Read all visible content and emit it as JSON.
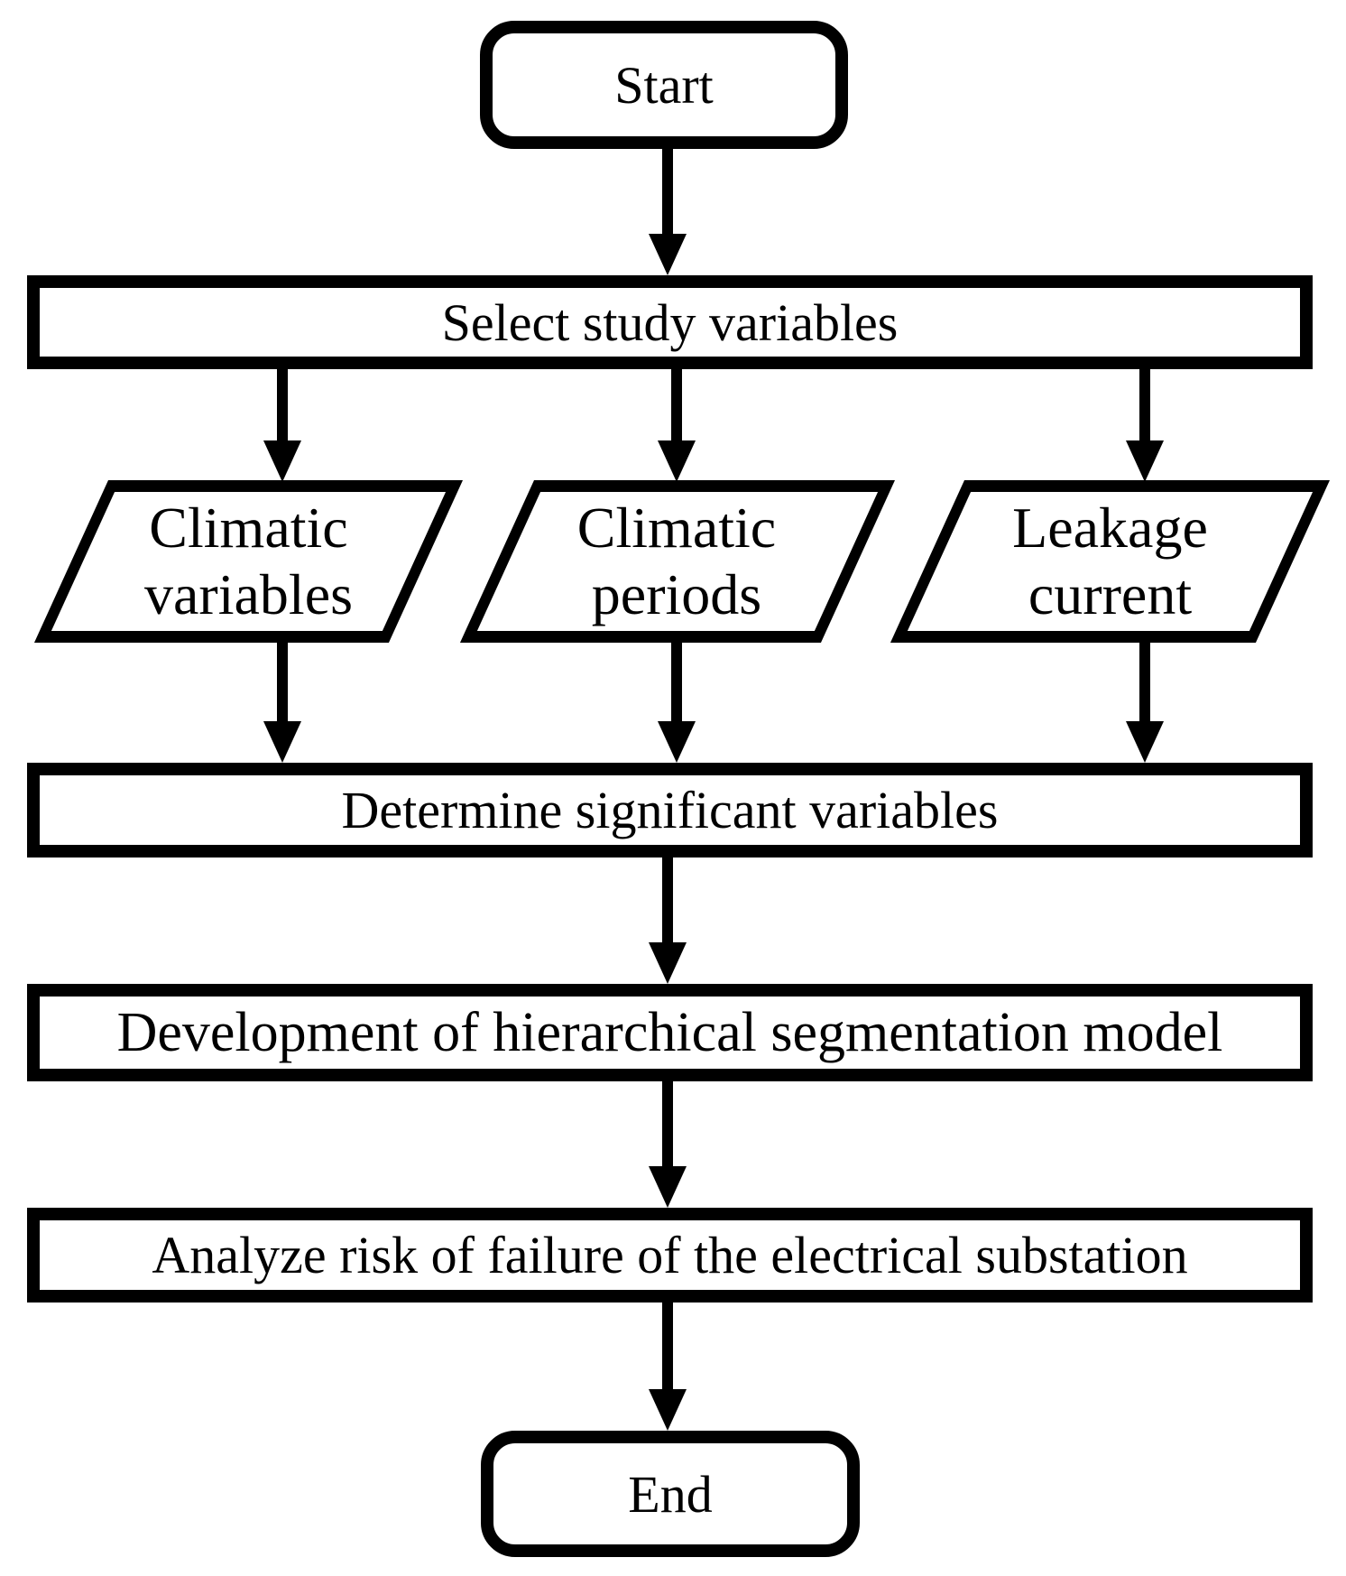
{
  "flowchart": {
    "nodes": [
      {
        "id": "start",
        "label": "Start",
        "shape": "terminator"
      },
      {
        "id": "select-variables",
        "label": "Select study variables",
        "shape": "process"
      },
      {
        "id": "climatic-variables",
        "label": "Climatic variables",
        "shape": "data-parallelogram"
      },
      {
        "id": "climatic-periods",
        "label": "Climatic periods",
        "shape": "data-parallelogram"
      },
      {
        "id": "leakage-current",
        "label": "Leakage current",
        "shape": "data-parallelogram"
      },
      {
        "id": "determine",
        "label": "Determine significant variables",
        "shape": "process"
      },
      {
        "id": "development",
        "label": "Development of hierarchical segmentation model",
        "shape": "process"
      },
      {
        "id": "analyze",
        "label": "Analyze risk of failure of the electrical substation",
        "shape": "process"
      },
      {
        "id": "end",
        "label": "End",
        "shape": "terminator"
      }
    ],
    "edges": [
      {
        "from": "start",
        "to": "select-variables"
      },
      {
        "from": "select-variables",
        "to": "climatic-variables"
      },
      {
        "from": "select-variables",
        "to": "climatic-periods"
      },
      {
        "from": "select-variables",
        "to": "leakage-current"
      },
      {
        "from": "climatic-variables",
        "to": "determine"
      },
      {
        "from": "climatic-periods",
        "to": "determine"
      },
      {
        "from": "leakage-current",
        "to": "determine"
      },
      {
        "from": "determine",
        "to": "development"
      },
      {
        "from": "development",
        "to": "analyze"
      },
      {
        "from": "analyze",
        "to": "end"
      }
    ],
    "colors": {
      "stroke": "#000000",
      "fill": "#ffffff",
      "background": "#ffffff"
    }
  }
}
